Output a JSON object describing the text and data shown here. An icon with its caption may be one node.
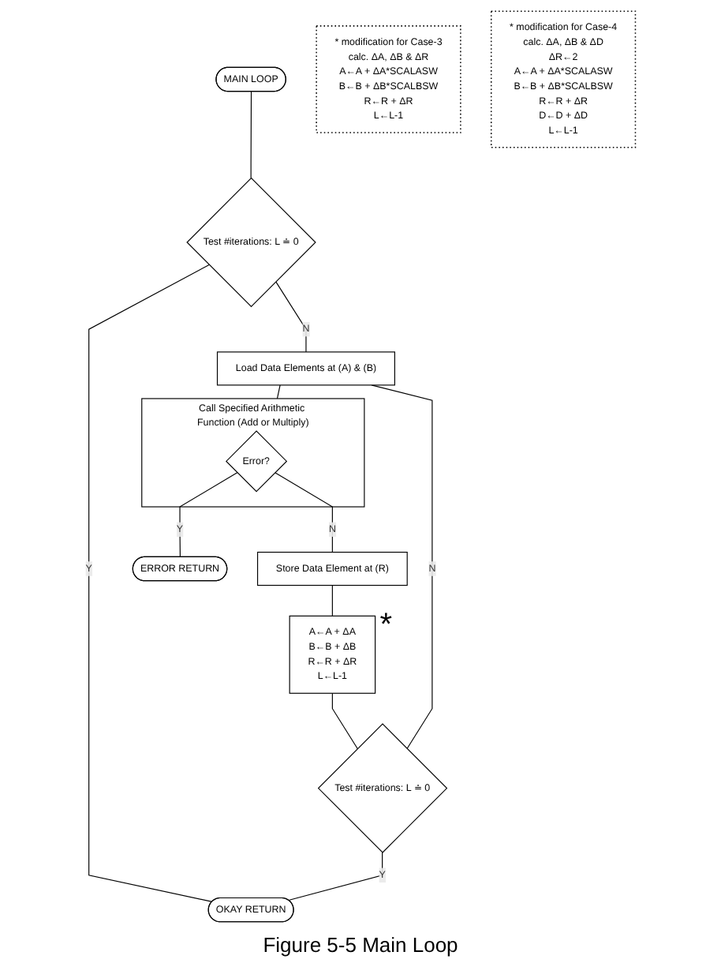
{
  "diagram": {
    "caption": "Figure 5-5  Main Loop",
    "nodes": [
      {
        "text": [
          "MAIN LOOP"
        ]
      },
      {
        "text": [
          "Test #iterations: L ≐ 0"
        ]
      },
      {
        "text": [
          "Load Data Elements at (A) & (B)"
        ]
      },
      {
        "text": [
          "Call Specified Arithmetic Function (Add or Multiply)"
        ]
      },
      {
        "text": [
          "Error?"
        ],
        "in": 3
      },
      {
        "text": [
          "Store Data Element at (R)"
        ]
      },
      {
        "text": [
          "A←A + ΔA",
          "B←B + ΔB",
          "R←R + ΔR",
          "L←L-1"
        ],
        "beside": [
          "*"
        ]
      },
      {
        "text": [
          "Test #iterations: L ≐ 0"
        ]
      },
      {
        "text": [
          "ERROR RETURN"
        ]
      },
      {
        "text": [
          "OKAY RETURN"
        ]
      },
      {
        "text": [
          "* modification for Case-3",
          "calc. ΔA, ΔB & ΔR",
          "A←A + ΔA*SCALASW",
          "B←B + ΔB*SCALBSW",
          "R←R + ΔR",
          "L←L-1"
        ]
      },
      {
        "text": [
          "* modification for Case-4",
          "calc. ΔA, ΔB & ΔD",
          "ΔR←2",
          "A←A + ΔA*SCALASW",
          "B←B + ΔB*SCALBSW",
          "R←R + ΔR",
          "D←D + ΔD",
          "L←L-1"
        ]
      }
    ],
    "edges": [
      {
        "from": 0,
        "to": 1,
        "arrow": "none"
      },
      {
        "from": 1,
        "to": 2,
        "arrow": "none",
        "label": "N"
      },
      {
        "from": 1,
        "to": 9,
        "arrow": "none",
        "label": "Y"
      },
      {
        "from": 2,
        "to": 3,
        "arrow": "none"
      },
      {
        "from": 4,
        "to": 8,
        "arrow": "none",
        "label": "Y"
      },
      {
        "from": 4,
        "to": 5,
        "arrow": "none",
        "label": "N"
      },
      {
        "from": 5,
        "to": 6,
        "arrow": "none"
      },
      {
        "from": 6,
        "to": 7,
        "arrow": "none"
      },
      {
        "from": 7,
        "to": 2,
        "arrow": "none",
        "label": "N"
      },
      {
        "from": 7,
        "to": 9,
        "arrow": "none",
        "label": "Y"
      }
    ]
  }
}
